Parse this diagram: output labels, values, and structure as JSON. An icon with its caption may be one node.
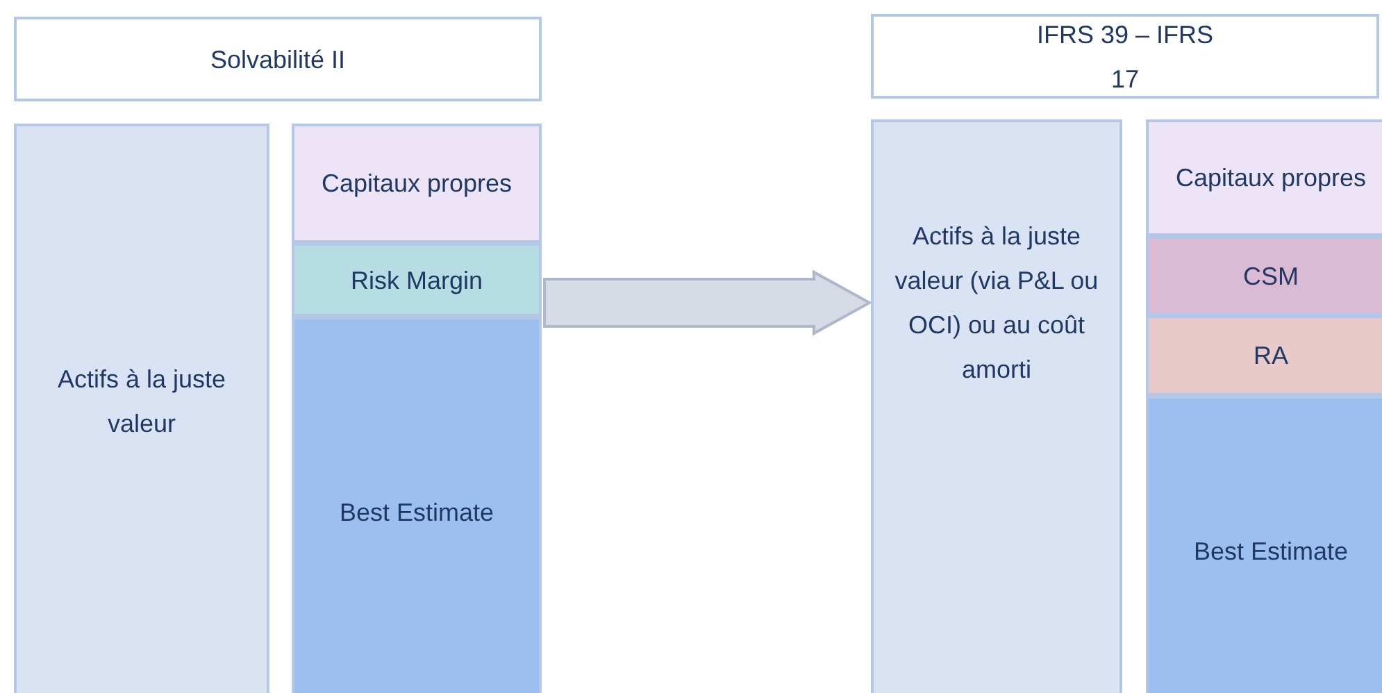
{
  "diagram": {
    "nodes": [
      {
        "text": [
          "Solvabilité II"
        ]
      },
      {
        "text": [
          "Actifs à la juste valeur"
        ]
      },
      {
        "text": [
          "Capitaux propres"
        ]
      },
      {
        "text": [
          "Risk Margin"
        ]
      },
      {
        "text": [
          "Best Estimate"
        ]
      },
      {
        "text": [
          "IFRS 39 – IFRS 17"
        ]
      },
      {
        "text": [
          "Actifs à la juste valeur (via P&L ou OCI) ou au coût amorti"
        ]
      },
      {
        "text": [
          "Capitaux propres"
        ]
      },
      {
        "text": [
          "CSM"
        ]
      },
      {
        "text": [
          "RA"
        ]
      },
      {
        "text": [
          "Best Estimate"
        ]
      }
    ],
    "edges": [
      {
        "from": 3,
        "to": 6,
        "arrow": "to"
      }
    ]
  }
}
